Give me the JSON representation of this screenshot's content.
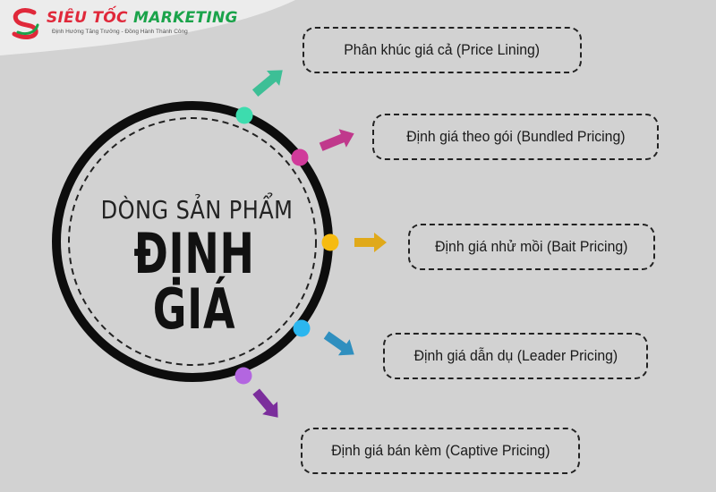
{
  "logo": {
    "brand_a": "SIÊU TỐC",
    "brand_b": "MARKETING",
    "tagline": "Định Hướng Tăng Trưởng - Đồng Hành Thành Công"
  },
  "center": {
    "title": "DÒNG SẢN PHẨM",
    "main": "ĐỊNH GIÁ"
  },
  "branches": [
    {
      "label": "Phân khúc giá cả (Price Lining)",
      "color": "#3dbf96"
    },
    {
      "label": "Định giá theo gói (Bundled Pricing)",
      "color": "#c0398c"
    },
    {
      "label": "Định giá nhử mồi (Bait Pricing)",
      "color": "#e0a91a"
    },
    {
      "label": "Định giá dẫn dụ (Leader Pricing)",
      "color": "#2f8fbf"
    },
    {
      "label": "Định giá bán kèm (Captive Pricing)",
      "color": "#7b2e9c"
    }
  ],
  "colors": {
    "background": "#d2d2d2",
    "dot_1": "#3ddcae",
    "dot_2": "#d03a9a",
    "dot_3": "#f6bb10",
    "dot_4": "#2bb6ef",
    "dot_5": "#b366e0"
  }
}
